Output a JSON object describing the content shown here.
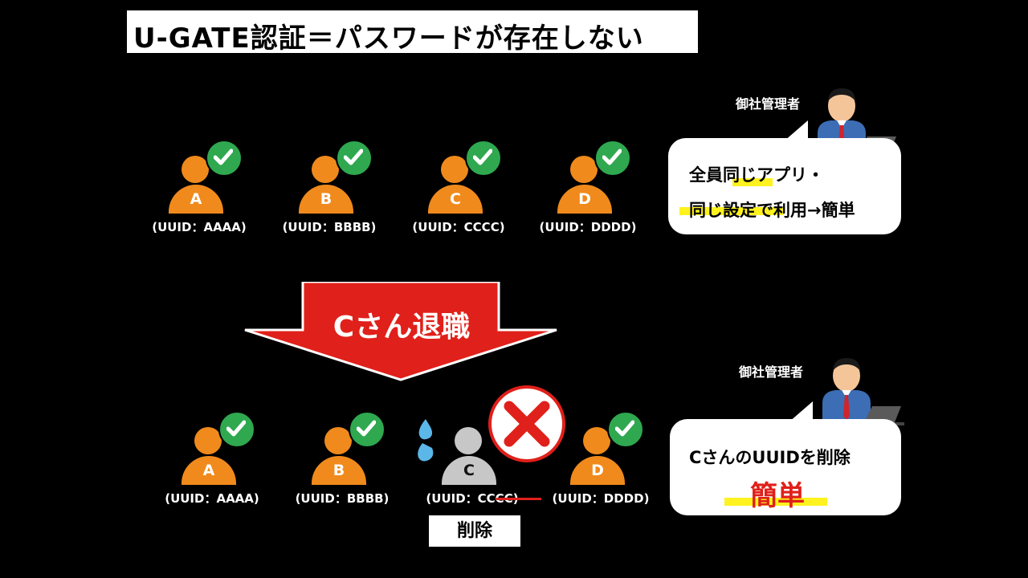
{
  "title": "U-GATE認証＝パスワードが存在しない",
  "before": {
    "users": [
      {
        "letter": "A",
        "uuid": "(UUID：AAAA)"
      },
      {
        "letter": "B",
        "uuid": "(UUID：BBBB)"
      },
      {
        "letter": "C",
        "uuid": "(UUID：CCCC)"
      },
      {
        "letter": "D",
        "uuid": "(UUID：DDDD)"
      }
    ],
    "admin_label": "御社管理者",
    "bubble_line1": "全員同じアプリ・",
    "bubble_line2": "同じ設定で利用→簡単"
  },
  "arrow_label": "Cさん退職",
  "after": {
    "users": [
      {
        "letter": "A",
        "uuid": "(UUID：AAAA)"
      },
      {
        "letter": "B",
        "uuid": "(UUID：BBBB)"
      },
      {
        "letter": "C",
        "uuid": "(UUID：CCCC)"
      },
      {
        "letter": "D",
        "uuid": "(UUID：DDDD)"
      }
    ],
    "delete_label": "削除",
    "admin_label": "御社管理者",
    "bubble_line1": "CさんのUUIDを削除",
    "bubble_line2": "簡単"
  },
  "colors": {
    "person": "#F08A1C",
    "check": "#2FA84F",
    "arrow": "#E0201A",
    "highlight": "#FFF21E",
    "retired": "#C7C7C7"
  }
}
